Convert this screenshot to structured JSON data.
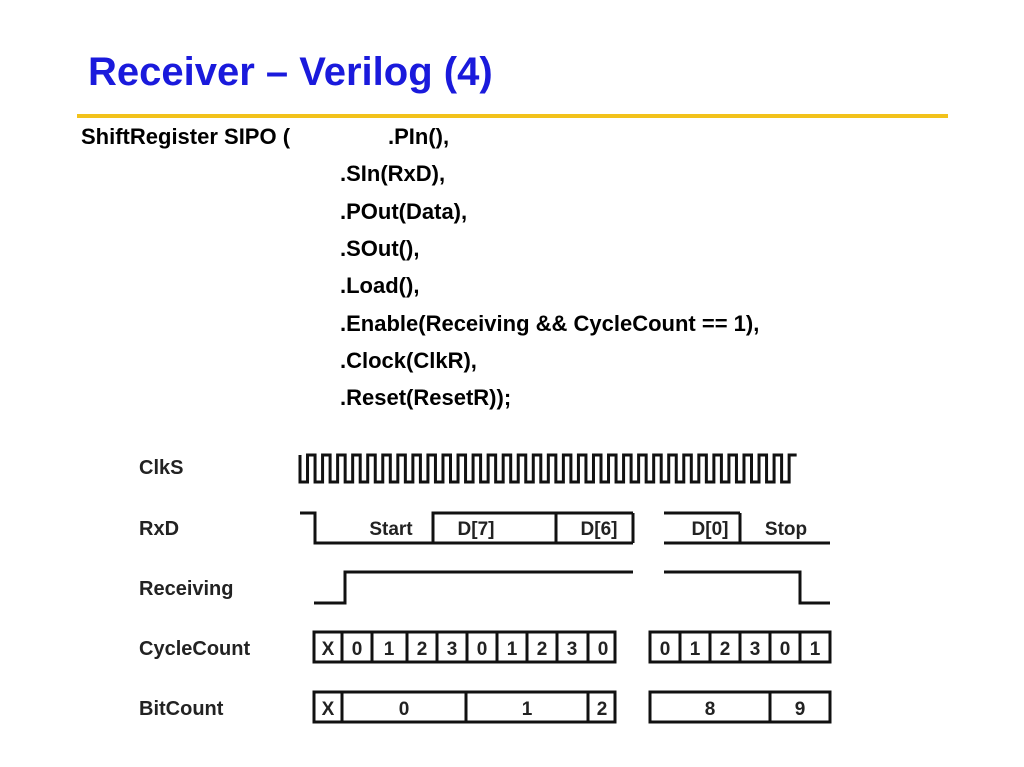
{
  "slide": {
    "title": "Receiver – Verilog (4)"
  },
  "code": {
    "header": "ShiftRegister SIPO (",
    "ports": [
      ".PIn(),",
      ".SIn(RxD),",
      ".POut(Data),",
      ".SOut(),",
      ".Load(),",
      ".Enable(Receiving && CycleCount == 1),",
      ".Clock(ClkR),",
      ".Reset(ResetR));"
    ]
  },
  "timing": {
    "signals": [
      "ClkS",
      "RxD",
      "Receiving",
      "CycleCount",
      "BitCount"
    ],
    "rxd_fields": [
      "Start",
      "D[7]",
      "D[6]",
      "D[0]",
      "Stop"
    ],
    "cyclecount_group1": [
      "X",
      "0",
      "1",
      "2",
      "3",
      "0",
      "1",
      "2",
      "3",
      "0"
    ],
    "cyclecount_group2": [
      "0",
      "1",
      "2",
      "3",
      "0",
      "1"
    ],
    "bitcount_group1": [
      "X",
      "0",
      "1",
      "2"
    ],
    "bitcount_group2": [
      "8",
      "9"
    ]
  },
  "colors": {
    "title": "#1a1adc",
    "rule": "#f2c21b"
  }
}
